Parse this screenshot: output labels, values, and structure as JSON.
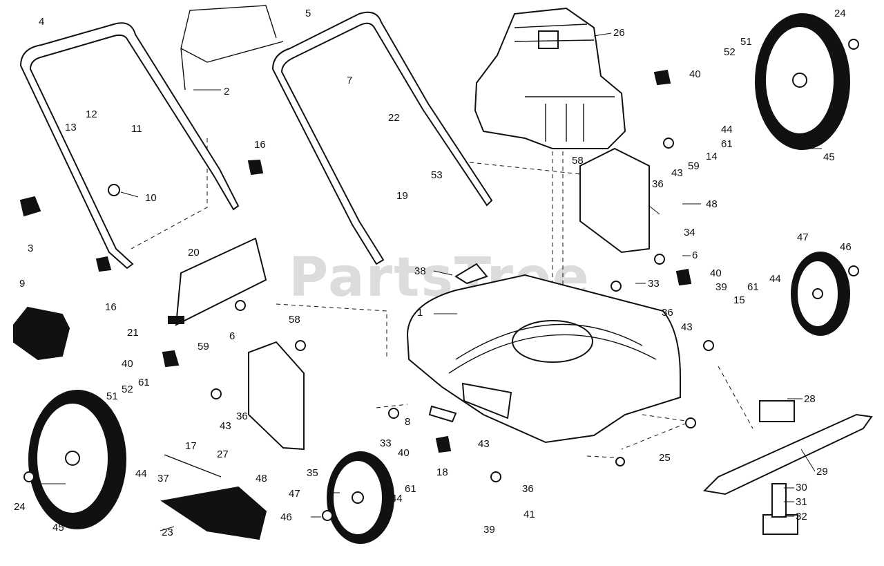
{
  "diagram": {
    "watermark": "PartsTree",
    "callouts": [
      {
        "id": "l1",
        "text": "1"
      },
      {
        "id": "l2",
        "text": "2"
      },
      {
        "id": "l3",
        "text": "3"
      },
      {
        "id": "l4",
        "text": "4"
      },
      {
        "id": "l5",
        "text": "5"
      },
      {
        "id": "l6a",
        "text": "6"
      },
      {
        "id": "l6b",
        "text": "6"
      },
      {
        "id": "l7",
        "text": "7"
      },
      {
        "id": "l8",
        "text": "8"
      },
      {
        "id": "l9",
        "text": "9"
      },
      {
        "id": "l10",
        "text": "10"
      },
      {
        "id": "l11",
        "text": "11"
      },
      {
        "id": "l12",
        "text": "12"
      },
      {
        "id": "l13",
        "text": "13"
      },
      {
        "id": "l14",
        "text": "14"
      },
      {
        "id": "l15",
        "text": "15"
      },
      {
        "id": "l16a",
        "text": "16"
      },
      {
        "id": "l16b",
        "text": "16"
      },
      {
        "id": "l17",
        "text": "17"
      },
      {
        "id": "l18",
        "text": "18"
      },
      {
        "id": "l19",
        "text": "19"
      },
      {
        "id": "l20",
        "text": "20"
      },
      {
        "id": "l21",
        "text": "21"
      },
      {
        "id": "l22",
        "text": "22"
      },
      {
        "id": "l23",
        "text": "23"
      },
      {
        "id": "l24a",
        "text": "24"
      },
      {
        "id": "l24b",
        "text": "24"
      },
      {
        "id": "l25",
        "text": "25"
      },
      {
        "id": "l26",
        "text": "26"
      },
      {
        "id": "l27",
        "text": "27"
      },
      {
        "id": "l28",
        "text": "28"
      },
      {
        "id": "l29",
        "text": "29"
      },
      {
        "id": "l30",
        "text": "30"
      },
      {
        "id": "l31",
        "text": "31"
      },
      {
        "id": "l32",
        "text": "32"
      },
      {
        "id": "l33a",
        "text": "33"
      },
      {
        "id": "l33b",
        "text": "33"
      },
      {
        "id": "l34",
        "text": "34"
      },
      {
        "id": "l35",
        "text": "35"
      },
      {
        "id": "l36a",
        "text": "36"
      },
      {
        "id": "l36b",
        "text": "36"
      },
      {
        "id": "l36c",
        "text": "36"
      },
      {
        "id": "l36d",
        "text": "36"
      },
      {
        "id": "l37",
        "text": "37"
      },
      {
        "id": "l38",
        "text": "38"
      },
      {
        "id": "l39a",
        "text": "39"
      },
      {
        "id": "l39b",
        "text": "39"
      },
      {
        "id": "l40a",
        "text": "40"
      },
      {
        "id": "l40b",
        "text": "40"
      },
      {
        "id": "l40c",
        "text": "40"
      },
      {
        "id": "l40d",
        "text": "40"
      },
      {
        "id": "l41",
        "text": "41"
      },
      {
        "id": "l43a",
        "text": "43"
      },
      {
        "id": "l43b",
        "text": "43"
      },
      {
        "id": "l43c",
        "text": "43"
      },
      {
        "id": "l43d",
        "text": "43"
      },
      {
        "id": "l44a",
        "text": "44"
      },
      {
        "id": "l44b",
        "text": "44"
      },
      {
        "id": "l44c",
        "text": "44"
      },
      {
        "id": "l44d",
        "text": "44"
      },
      {
        "id": "l45a",
        "text": "45"
      },
      {
        "id": "l45b",
        "text": "45"
      },
      {
        "id": "l46a",
        "text": "46"
      },
      {
        "id": "l46b",
        "text": "46"
      },
      {
        "id": "l47a",
        "text": "47"
      },
      {
        "id": "l47b",
        "text": "47"
      },
      {
        "id": "l48a",
        "text": "48"
      },
      {
        "id": "l48b",
        "text": "48"
      },
      {
        "id": "l51a",
        "text": "51"
      },
      {
        "id": "l51b",
        "text": "51"
      },
      {
        "id": "l52a",
        "text": "52"
      },
      {
        "id": "l52b",
        "text": "52"
      },
      {
        "id": "l53",
        "text": "53"
      },
      {
        "id": "l58a",
        "text": "58"
      },
      {
        "id": "l58b",
        "text": "58"
      },
      {
        "id": "l59a",
        "text": "59"
      },
      {
        "id": "l59b",
        "text": "59"
      },
      {
        "id": "l61a",
        "text": "61"
      },
      {
        "id": "l61b",
        "text": "61"
      },
      {
        "id": "l61c",
        "text": "61"
      },
      {
        "id": "l61d",
        "text": "61"
      }
    ]
  }
}
